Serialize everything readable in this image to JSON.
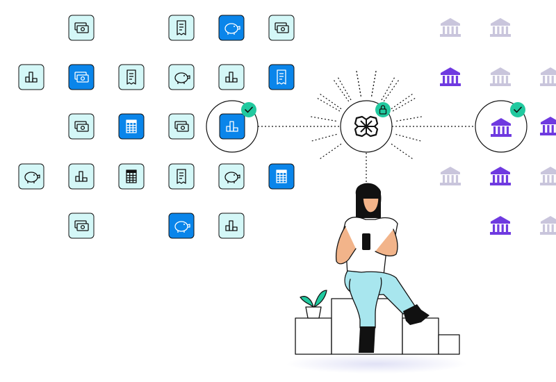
{
  "colors": {
    "tile_light_fill": "#d4f7f7",
    "tile_dark_fill": "#0a85ea",
    "tile_stroke": "#111111",
    "bank_light": "#c9c5dc",
    "bank_purple": "#6f3ae0",
    "check_badge": "#21c99f",
    "connector": "#111111",
    "jeans": "#a8e6ee",
    "floor_shadow": "#dfe0f5",
    "plant_leaf": "#21c99f"
  },
  "tiles": [
    {
      "icon": "money-icon",
      "variant": "light"
    },
    {
      "icon": "receipt-icon",
      "variant": "light"
    },
    {
      "icon": "piggy-bank-icon",
      "variant": "dark"
    },
    {
      "icon": "money-icon",
      "variant": "light"
    },
    {
      "icon": "chart-icon",
      "variant": "light"
    },
    {
      "icon": "money-icon",
      "variant": "dark"
    },
    {
      "icon": "receipt-icon",
      "variant": "light"
    },
    {
      "icon": "piggy-bank-icon",
      "variant": "light"
    },
    {
      "icon": "chart-icon",
      "variant": "light"
    },
    {
      "icon": "receipt-icon",
      "variant": "dark"
    },
    {
      "icon": "money-icon",
      "variant": "light"
    },
    {
      "icon": "spreadsheet-icon",
      "variant": "dark"
    },
    {
      "icon": "money-icon",
      "variant": "light"
    },
    {
      "icon": "piggy-bank-icon",
      "variant": "light"
    },
    {
      "icon": "chart-icon",
      "variant": "light"
    },
    {
      "icon": "spreadsheet-icon",
      "variant": "light"
    },
    {
      "icon": "receipt-icon",
      "variant": "light"
    },
    {
      "icon": "piggy-bank-icon",
      "variant": "light"
    },
    {
      "icon": "spreadsheet-icon",
      "variant": "dark"
    },
    {
      "icon": "money-icon",
      "variant": "light"
    },
    {
      "icon": "piggy-bank-icon",
      "variant": "dark"
    },
    {
      "icon": "chart-icon",
      "variant": "light"
    }
  ],
  "banks": [
    {
      "variant": "light"
    },
    {
      "variant": "light"
    },
    {
      "variant": "purple"
    },
    {
      "variant": "light"
    },
    {
      "variant": "light"
    },
    {
      "variant": "purple"
    },
    {
      "variant": "light"
    },
    {
      "variant": "purple"
    },
    {
      "variant": "light"
    },
    {
      "variant": "purple"
    },
    {
      "variant": "light"
    }
  ],
  "hub": {
    "left_icon": "chart-icon",
    "center_icon": "plaid-logo-icon",
    "center_badge_icon": "lock-icon",
    "right_icon": "bank-icon",
    "verified_icon": "check-icon"
  },
  "person": {
    "holding": "smartphone-icon"
  }
}
